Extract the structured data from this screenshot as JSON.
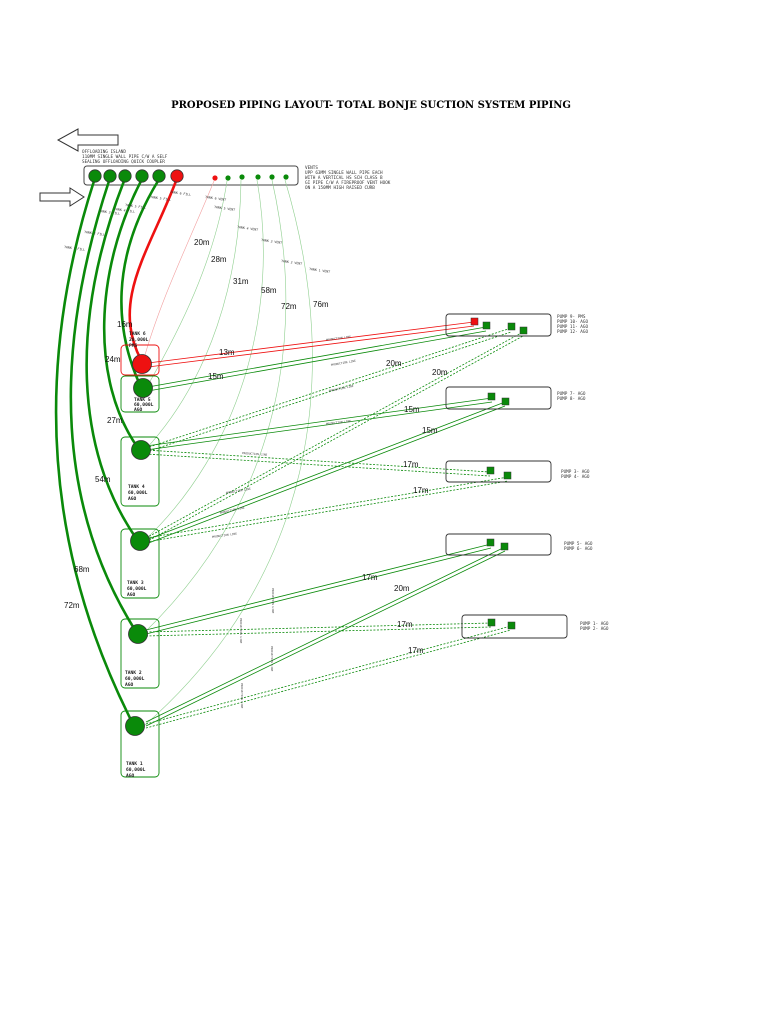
{
  "title": "PROPOSED PIPING LAYOUT- TOTAL BONJE SUCTION SYSTEM PIPING",
  "colors": {
    "ago": "#0a8a0a",
    "pms": "#ee1111",
    "vent": "#8fcf8f",
    "vent_pms": "#f2a0a0",
    "outline": "#555555",
    "text": "#222222"
  },
  "offloading": {
    "title": "OFFLOADING ISLAND",
    "line2": "110MM SINGLE WALL PIPE C/W A SELF",
    "line3": "SEALING OFFLOADING QUICK COUPLER"
  },
  "vents": {
    "title": "VENTS",
    "line2": "UPP 63MM SINGLE WALL PIPE EACH",
    "line3": "WITH A VERTICAL HS SCH CLASS B",
    "line4": "GI PIPE C/W A FIREPROOF VENT HOOK",
    "line5": "ON A 150MM HIGH RAISED CURB"
  },
  "fill_labels": [
    "TANK 1 FILL",
    "TANK 2 FILL",
    "TANK 3 FILL",
    "TANK 4 FILL",
    "TANK 5 FILL",
    "TANK 6 FILL"
  ],
  "vent_labels": [
    "TANK 6 VENT",
    "TANK 5 VENT",
    "TANK 4 VENT",
    "TANK 3 VENT",
    "TANK 2 VENT",
    "TANK 1 VENT"
  ],
  "fill_lengths": [
    "72m",
    "68m",
    "54m",
    "27m",
    "24m",
    "16m"
  ],
  "vent_lengths": [
    "20m",
    "28m",
    "31m",
    "58m",
    "72m",
    "76m"
  ],
  "tanks": [
    {
      "name": "TANK 1",
      "capacity": "60,000L",
      "product": "AGO"
    },
    {
      "name": "TANK 2",
      "capacity": "60,000L",
      "product": "AGO"
    },
    {
      "name": "TANK 3",
      "capacity": "60,000L",
      "product": "AGO"
    },
    {
      "name": "TANK 4",
      "capacity": "60,000L",
      "product": "AGO"
    },
    {
      "name": "TANK 5",
      "capacity": "60,000L",
      "product": "AGO"
    },
    {
      "name": "TANK 6",
      "capacity": "20,000L",
      "product": "PMS"
    }
  ],
  "pump_groups": [
    {
      "lines": [
        "PUMP 9- PMS",
        "PUMP 10- AGO",
        "PUMP 11- AGO",
        "PUMP 12- AGO"
      ]
    },
    {
      "lines": [
        "PUMP 7- AGO",
        "PUMP 8- AGO"
      ]
    },
    {
      "lines": [
        "PUMP 3- AGO",
        "PUMP 4- AGO"
      ]
    },
    {
      "lines": [
        "PUMP 5- AGO",
        "PUMP 6- AGO"
      ]
    },
    {
      "lines": [
        "PUMP 1- AGO",
        "PUMP 2- AGO"
      ]
    }
  ],
  "production_label": "PRODUCTION LINE",
  "suction_lengths": [
    {
      "text": "13m"
    },
    {
      "text": "15m"
    },
    {
      "text": "20m"
    },
    {
      "text": "20m"
    },
    {
      "text": "15m"
    },
    {
      "text": "15m"
    },
    {
      "text": "17m"
    },
    {
      "text": "17m"
    },
    {
      "text": "17m"
    },
    {
      "text": "20m"
    },
    {
      "text": "17m"
    },
    {
      "text": "17m"
    }
  ]
}
